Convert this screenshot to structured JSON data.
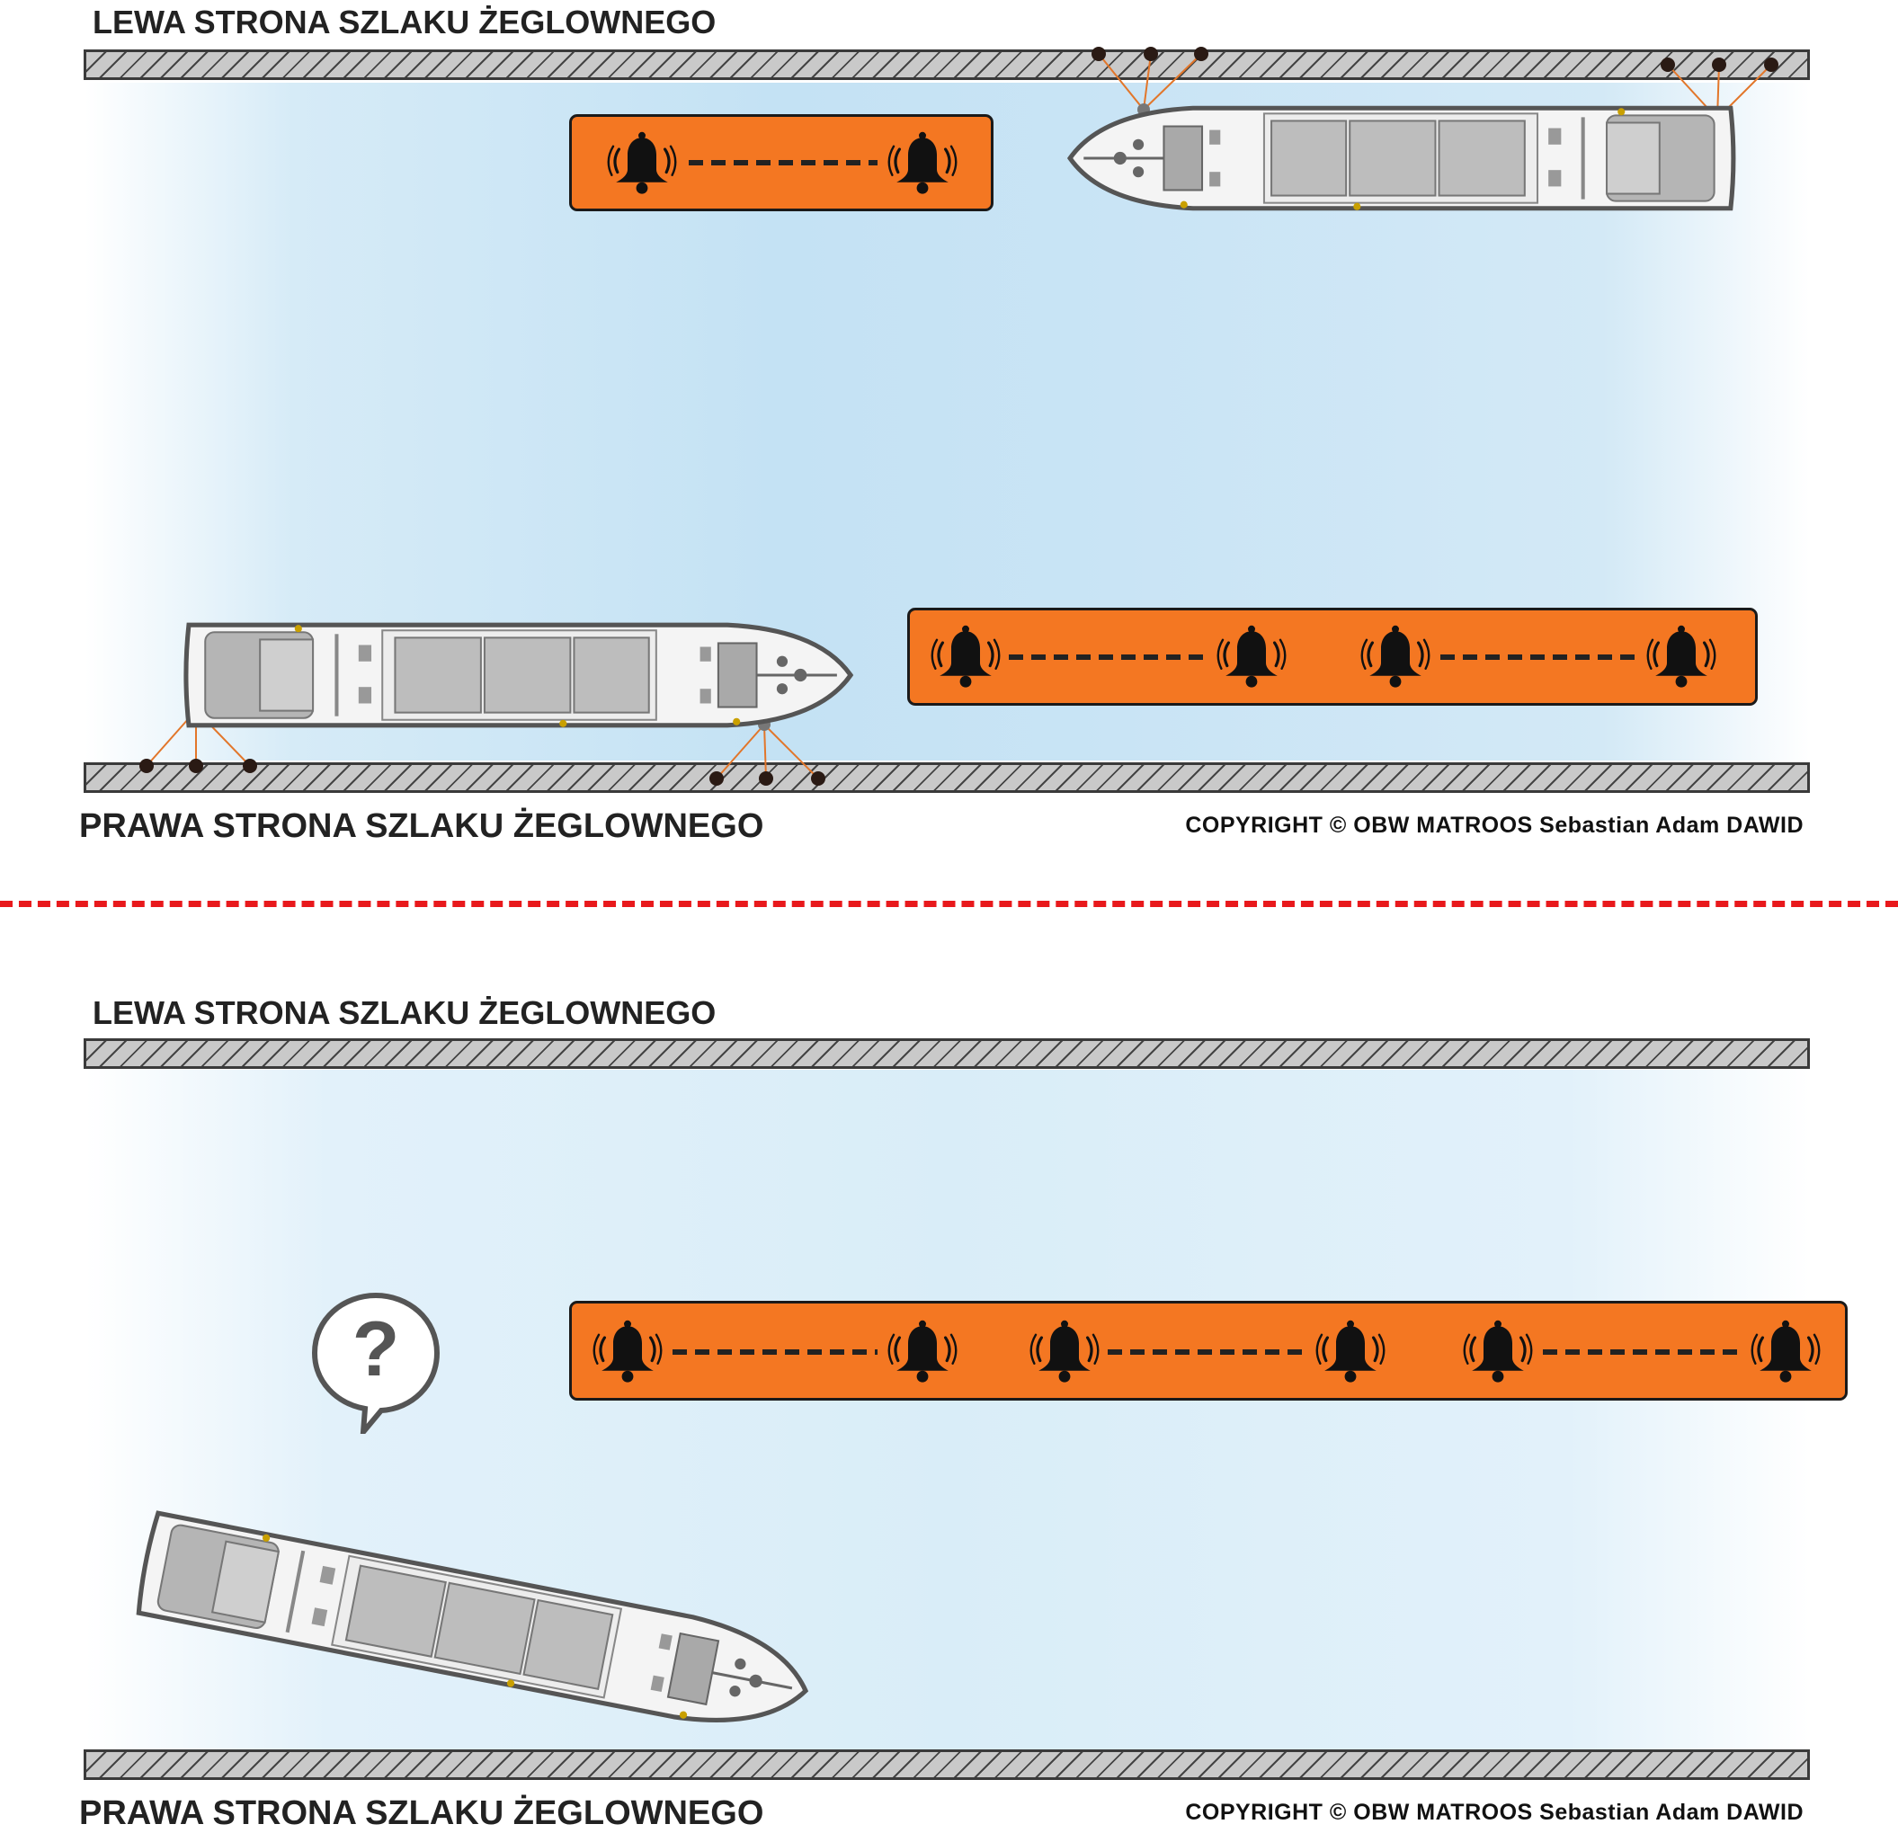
{
  "panels": [
    {
      "left_bank_label": "LEWA STRONA SZLAKU ŻEGLOWNEGO",
      "right_bank_label": "PRAWA STRONA SZLAKU ŻEGLOWNEGO",
      "copyright": "COPYRIGHT © OBW MATROOS Sebastian Adam DAWID",
      "signals": [
        {
          "meaning": "sound-signal",
          "bells": 2,
          "icon": "bell-icon"
        },
        {
          "meaning": "sound-signal",
          "bells": 4,
          "icon": "bell-icon"
        }
      ],
      "ships": [
        {
          "state": "moored-left-bank",
          "icon": "ship-icon"
        },
        {
          "state": "moored-right-bank",
          "icon": "ship-icon"
        }
      ]
    },
    {
      "left_bank_label": "LEWA STRONA SZLAKU ŻEGLOWNEGO",
      "right_bank_label": "PRAWA STRONA SZLAKU ŻEGLOWNEGO",
      "copyright": "COPYRIGHT © OBW MATROOS Sebastian Adam DAWID",
      "question_mark": "?",
      "signals": [
        {
          "meaning": "sound-signal",
          "bells": 6,
          "icon": "bell-icon"
        }
      ],
      "ships": [
        {
          "state": "turning",
          "icon": "ship-icon"
        }
      ]
    }
  ],
  "colors": {
    "signal_orange": "#f47722",
    "divider_red": "#e8191c",
    "water_blue": "#c4e2f4",
    "bank_grey": "#c9c9c9"
  }
}
